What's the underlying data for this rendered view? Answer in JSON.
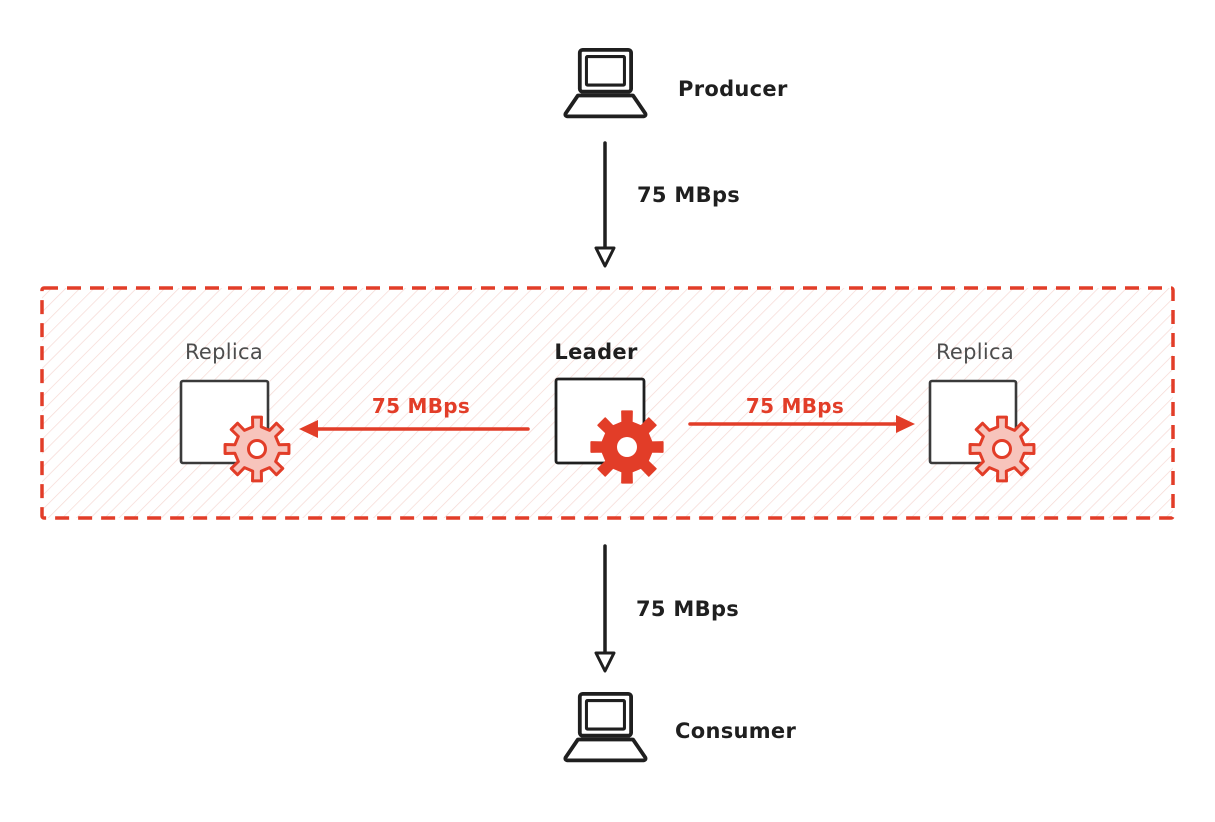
{
  "colors": {
    "accent": "#e23d28",
    "ink": "#1f1f1f",
    "replica_label_color": "#4d4d4d",
    "gear_fill": "#f7c4bc",
    "hatch_line": "#f6d9d4"
  },
  "nodes": {
    "producer": {
      "label": "Producer",
      "icon": "laptop-icon"
    },
    "consumer": {
      "label": "Consumer",
      "icon": "laptop-icon"
    },
    "leader": {
      "label": "Leader",
      "icon": "broker-gear-icon"
    },
    "replica_left": {
      "label": "Replica",
      "icon": "broker-gear-icon"
    },
    "replica_right": {
      "label": "Replica",
      "icon": "broker-gear-icon"
    }
  },
  "flows": {
    "producer_to_leader": {
      "label": "75 MBps",
      "direction": "down"
    },
    "leader_to_replica_left": {
      "label": "75 MBps",
      "direction": "left"
    },
    "leader_to_replica_right": {
      "label": "75 MBps",
      "direction": "right"
    },
    "leader_to_consumer": {
      "label": "75 MBps",
      "direction": "down"
    }
  }
}
